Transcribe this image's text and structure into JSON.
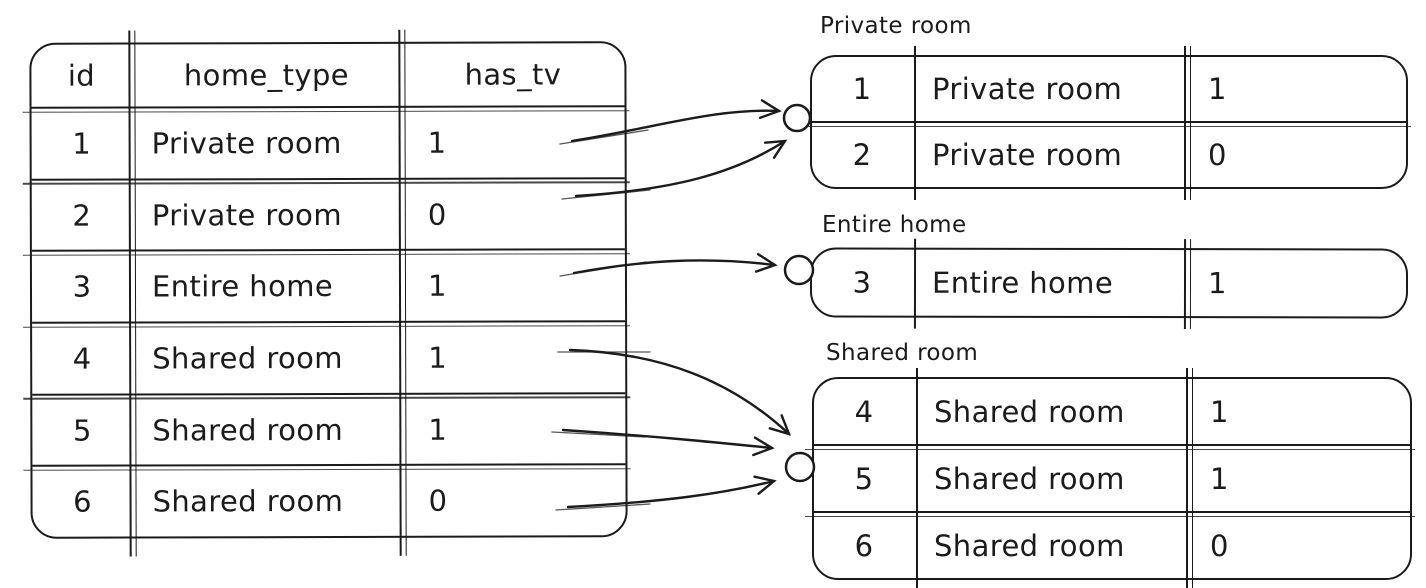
{
  "colors": {
    "ink": "#1b1b1b",
    "bg": "#ffffff"
  },
  "source_table": {
    "columns": [
      "id",
      "home_type",
      "has_tv"
    ],
    "rows": [
      [
        "1",
        "Private room",
        "1"
      ],
      [
        "2",
        "Private room",
        "0"
      ],
      [
        "3",
        "Entire home",
        "1"
      ],
      [
        "4",
        "Shared room",
        "1"
      ],
      [
        "5",
        "Shared room",
        "1"
      ],
      [
        "6",
        "Shared room",
        "0"
      ]
    ]
  },
  "groups": [
    {
      "label": "Private room",
      "rows": [
        [
          "1",
          "Private room",
          "1"
        ],
        [
          "2",
          "Private room",
          "0"
        ]
      ]
    },
    {
      "label": "Entire home",
      "rows": [
        [
          "3",
          "Entire home",
          "1"
        ]
      ]
    },
    {
      "label": "Shared room",
      "rows": [
        [
          "4",
          "Shared room",
          "1"
        ],
        [
          "5",
          "Shared room",
          "1"
        ],
        [
          "6",
          "Shared room",
          "0"
        ]
      ]
    }
  ],
  "arrows": [
    {
      "from": "source-row-1",
      "to": "group-private-room"
    },
    {
      "from": "source-row-2",
      "to": "group-private-room"
    },
    {
      "from": "source-row-3",
      "to": "group-entire-home"
    },
    {
      "from": "source-row-4",
      "to": "group-shared-room"
    },
    {
      "from": "source-row-5",
      "to": "group-shared-room"
    },
    {
      "from": "source-row-6",
      "to": "group-shared-room"
    }
  ]
}
